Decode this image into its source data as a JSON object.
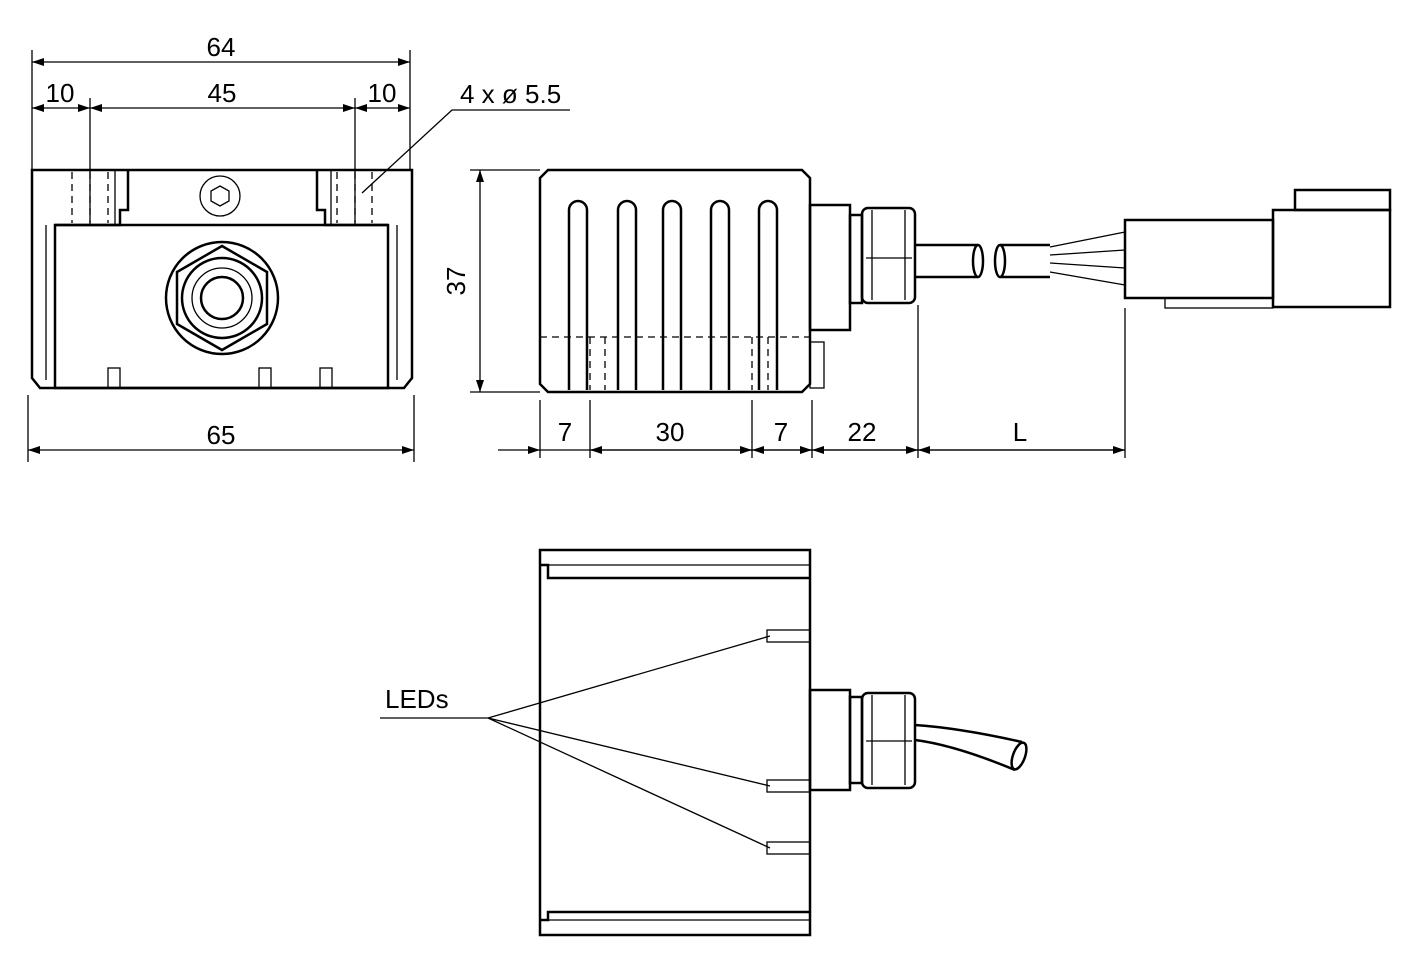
{
  "front_view": {
    "dim_total_width": "64",
    "dim_left_offset": "10",
    "dim_hole_spacing": "45",
    "dim_right_offset": "10",
    "dim_holes": "4 x ø 5.5",
    "dim_base_width": "65"
  },
  "side_view": {
    "dim_height": "37",
    "dim_a": "7",
    "dim_b": "30",
    "dim_c": "7",
    "dim_connector": "22",
    "dim_cable_length": "L"
  },
  "bottom_view": {
    "leds_label": "LEDs"
  }
}
